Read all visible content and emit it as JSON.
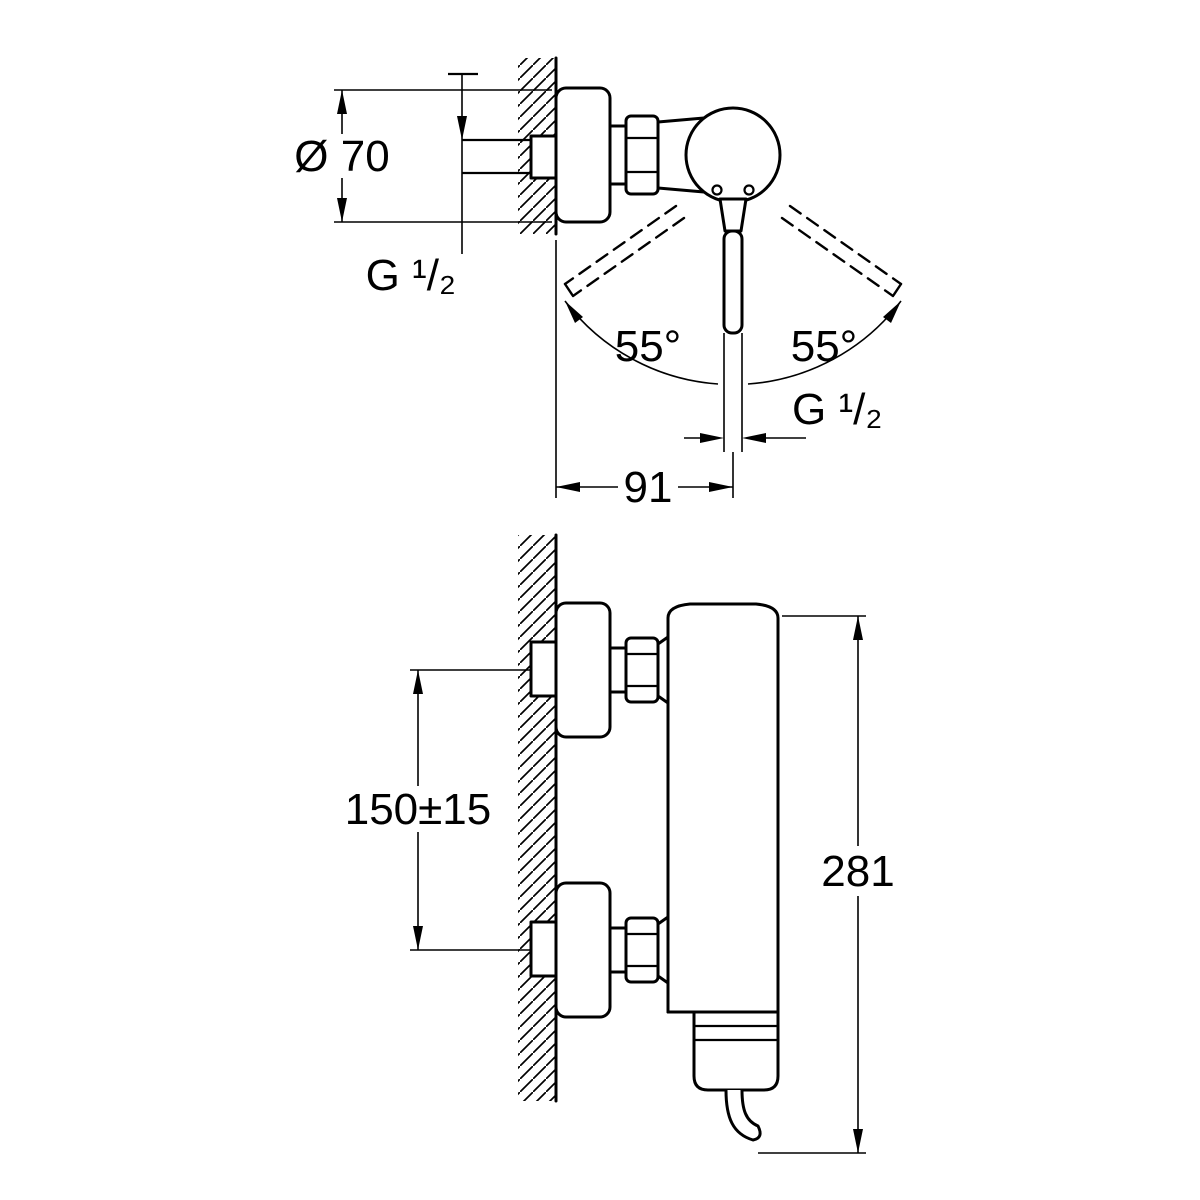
{
  "colors": {
    "line": "#000000",
    "background": "#ffffff"
  },
  "front_view": {
    "diameter": "Ø 70",
    "supply_thread": "G ¹/₂",
    "swing_angle_left": "55°",
    "swing_angle_right": "55°",
    "outlet_thread": "G ¹/₂",
    "wall_to_axis": "91"
  },
  "side_view": {
    "connection_spacing": "150±15",
    "overall_height": "281"
  }
}
